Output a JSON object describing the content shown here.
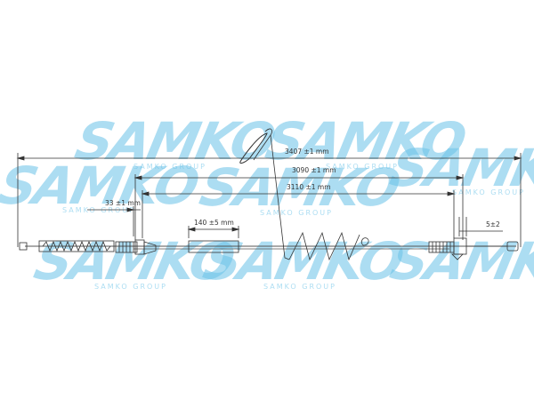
{
  "watermark": {
    "brand": "SAMKO",
    "tagline": "SAMKO GROUP",
    "color": "#6ac2e8"
  },
  "dimensions": {
    "overall_length": "3407 ±1 mm",
    "inner_length": "3090 ±1 mm",
    "sheath_length": "3110 ±1 mm",
    "end_fitting": "33 ±1 mm",
    "sleeve_length": "140 ±5 mm",
    "end_tolerance": "5±2"
  },
  "colors": {
    "line": "#333333",
    "cable": "#555555"
  }
}
